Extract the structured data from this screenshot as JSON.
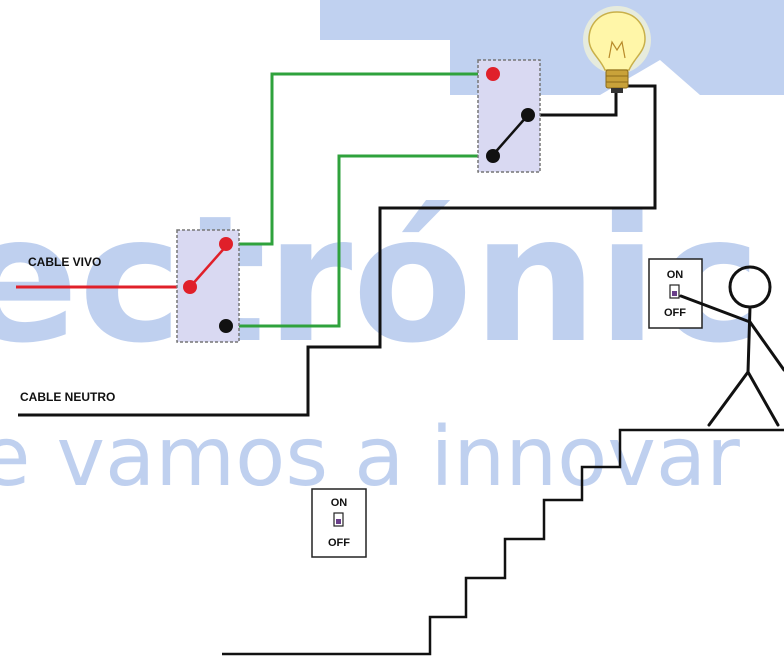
{
  "watermark": {
    "line1": "ectrónic",
    "line2": "e vamos a innovar",
    "color": "#1e5bc8"
  },
  "labels": {
    "cable_vivo": "CABLE VIVO",
    "cable_neutro": "CABLE NEUTRO"
  },
  "switch_plates": {
    "top_on": "ON",
    "top_off": "OFF",
    "bottom_on": "ON",
    "bottom_off": "OFF"
  },
  "colors": {
    "live_wire": "#e0202a",
    "traveler_wire": "#2fa23c",
    "neutral_wire": "#111111",
    "switch_box": "#d9d9f2",
    "terminal_live": "#e0202a",
    "terminal_other": "#111111"
  }
}
